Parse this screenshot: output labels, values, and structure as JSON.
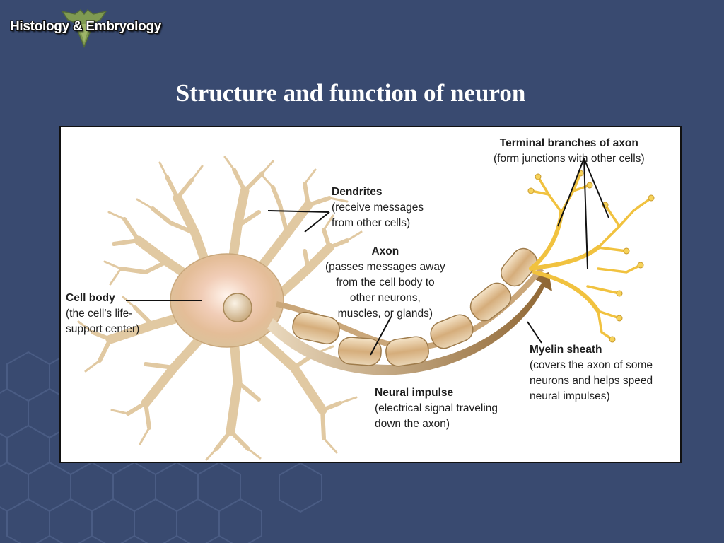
{
  "header": {
    "brand": "Histology & Embryology"
  },
  "slide": {
    "title": "Structure and function of neuron"
  },
  "labels": {
    "terminal": {
      "title": "Terminal branches of axon",
      "desc": [
        "(form junctions with other cells)"
      ]
    },
    "dendrites": {
      "title": "Dendrites",
      "desc": [
        "(receive messages",
        "from other cells)"
      ]
    },
    "axon": {
      "title": "Axon",
      "desc": [
        "(passes messages away",
        "from the cell body to",
        "other neurons,",
        "muscles, or glands)"
      ]
    },
    "cell_body": {
      "title": "Cell body",
      "desc": [
        "(the cell’s life-",
        "support center)"
      ]
    },
    "myelin": {
      "title": "Myelin sheath",
      "desc": [
        "(covers the axon of some",
        "neurons and helps speed",
        "neural impulses)"
      ]
    },
    "impulse": {
      "title": "Neural impulse",
      "desc": [
        "(electrical signal traveling",
        "down the axon)"
      ]
    }
  },
  "colors": {
    "background": "#394a70",
    "neuron": "#e8d2ad",
    "neuron_edge": "#b9986a",
    "terminal": "#f3c63a",
    "arrow": "#a77d4a"
  },
  "icons": [
    "eagle-logo-icon"
  ]
}
